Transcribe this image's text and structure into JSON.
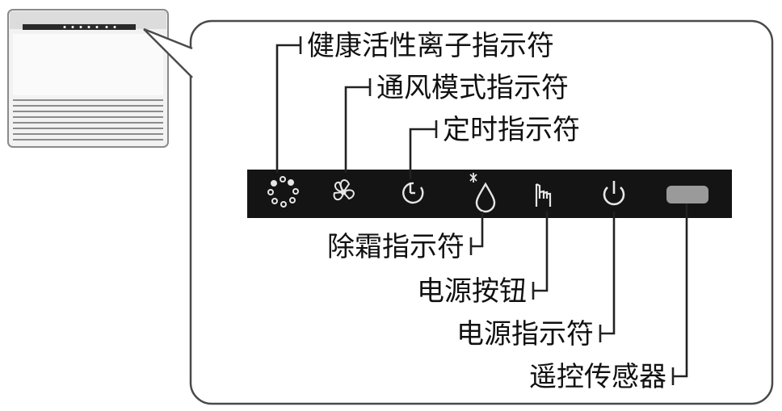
{
  "labels": {
    "health_ion": "健康活性离子指示符",
    "fan_mode": "通风模式指示符",
    "timer": "定时指示符",
    "defrost": "除霜指示符",
    "power_button": "电源按钮",
    "power_indicator": "电源指示符",
    "remote_sensor": "遥控传感器"
  },
  "icons": {
    "health_ion": "ion-dots-icon",
    "fan_mode": "fan-icon",
    "timer": "timer-icon",
    "defrost": "defrost-drop-icon",
    "power_button": "hand-touch-icon",
    "power_indicator": "power-icon",
    "remote_sensor": "sensor-window-icon"
  },
  "colors": {
    "panel": "#141414",
    "icon": "#e6e6e6",
    "sensor": "#9a9a9a",
    "callout_border": "#4a4a4a",
    "unit_body": "#eeeeee"
  }
}
